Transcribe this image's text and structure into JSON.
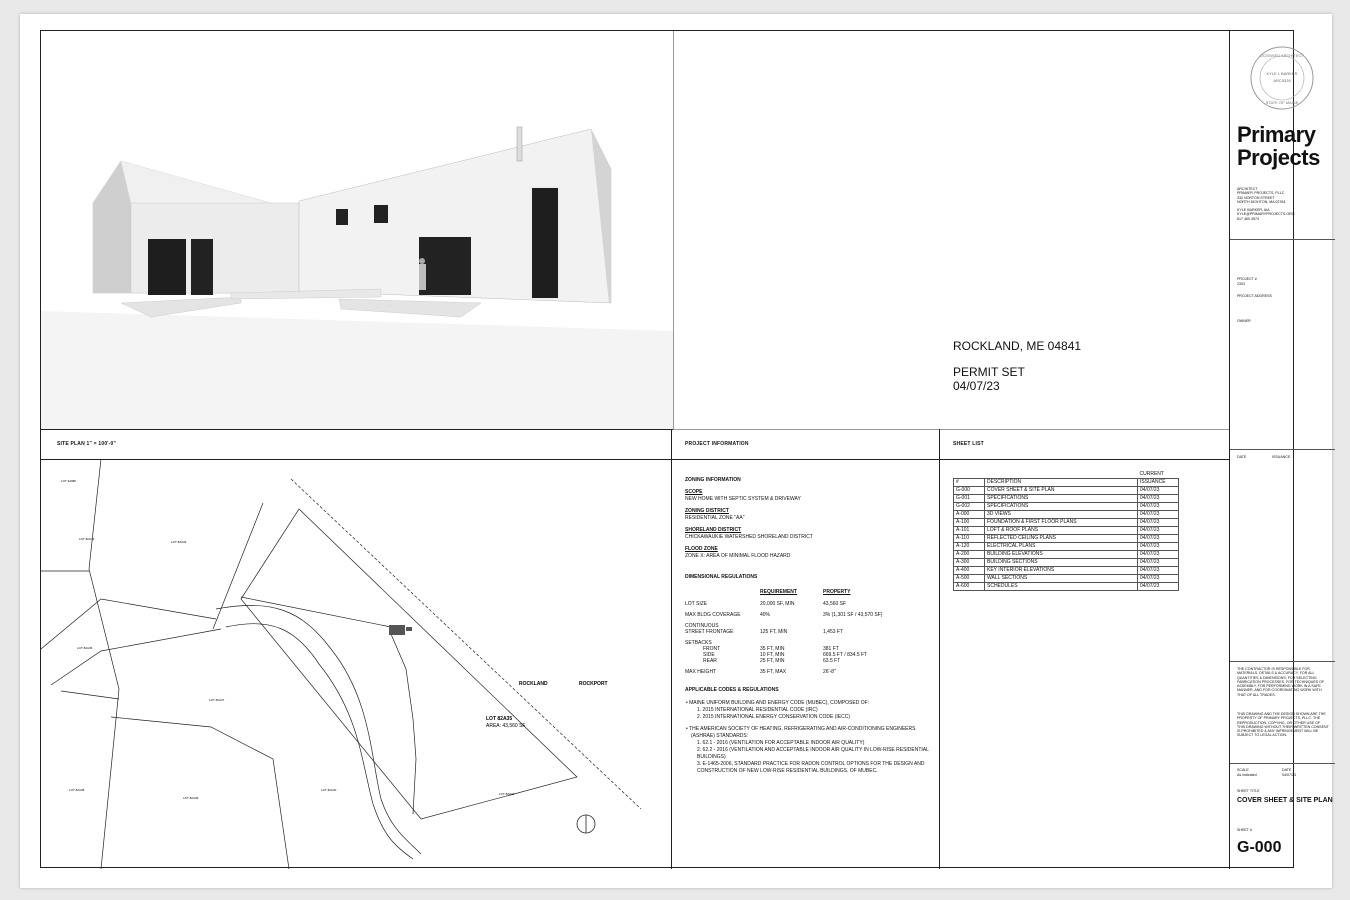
{
  "render": {
    "alt": "3D exterior view of residence"
  },
  "project": {
    "location": "ROCKLAND, ME 04841",
    "set": "PERMIT SET",
    "date": "04/07/23"
  },
  "sections": {
    "site_plan": "SITE PLAN 1\" = 100'-0\"",
    "project_info": "PROJECT INFORMATION",
    "sheet_list": "SHEET LIST"
  },
  "site": {
    "lot_label": "LOT 82A35",
    "lot_area": "AREA: 43,560 SF",
    "town_left": "ROCKLAND",
    "town_right": "ROCKPORT",
    "labels": [
      "LOT 94086",
      "LOT 82A33",
      "LOT 82A34",
      "LOT 82A36",
      "LOT 82A37",
      "LOT 82A38",
      "LOT 82A39",
      "LOT 82A40",
      "LOT 82A41"
    ]
  },
  "zoning": {
    "heading": "ZONING INFORMATION",
    "scope_h": "SCOPE",
    "scope": "NEW HOME WITH SEPTIC SYSTEM & DRIVEWAY",
    "district_h": "ZONING DISTRICT",
    "district": "RESIDENTIAL ZONE \"AA\"",
    "shore_h": "SHORELAND DISTRICT",
    "shore": "CHICKAWAUKIE WATERSHED SHORELAND DISTRICT",
    "flood_h": "FLOOD ZONE",
    "flood": "ZONE X: AREA OF MINIMAL FLOOD HAZARD"
  },
  "dimensional": {
    "heading": "DIMENSIONAL REGULATIONS",
    "col_req": "REQUIREMENT",
    "col_prop": "PROPERTY",
    "rows": [
      {
        "k": "LOT SIZE",
        "r": "20,000 SF, MIN",
        "p": "43,560 SF"
      },
      {
        "k": "MAX BLDG COVERAGE",
        "r": "40%",
        "p": "3% (1,301 SF / 43,570 SF)"
      },
      {
        "k": "CONTINUOUS",
        "r": "",
        "p": ""
      },
      {
        "k": "STREET FRONTAGE",
        "r": "125 FT, MIN",
        "p": "1,453 FT"
      },
      {
        "k": "SETBACKS",
        "r": "",
        "p": ""
      },
      {
        "k": "FRONT",
        "r": "35 FT, MIN",
        "p": "381 FT"
      },
      {
        "k": "SIDE",
        "r": "10 FT, MIN",
        "p": "669.5 FT / 834.5   FT"
      },
      {
        "k": "REAR",
        "r": "25 FT, MIN",
        "p": "63.5 FT"
      },
      {
        "k": "MAX HEIGHT",
        "r": "35 FT, MAX",
        "p": "26'-8\""
      }
    ]
  },
  "codes": {
    "heading": "APPLICABLE CODES & REGULATIONS",
    "items": [
      "MAINE UNIFORM BUILDING AND ENERGY CODE (MUBEC), COMPOSED OF:",
      "1.  2015 INTERNATIONAL RESIDENTIAL CODE (IRC)",
      "2.  2015 INTERNATIONAL ENERGY CONSERVATION CODE (IECC)",
      "THE AMERICAN SOCIETY OF HEATING, REFRIGERATING AND AIR-CONDITIONING ENGINEERS (ASHRAE) STANDARDS:",
      "1.  62.1 - 2016 (VENTILATION FOR ACCEPTABLE INDOOR AIR QUALITY)",
      "2.  62.2 - 2016 (VENTILATION AND ACCEPTABLE INDOOR AIR QUALITY IN LOW-RISE RESIDENTIAL BUILDINGS)",
      "3.  E-1465-2006, STANDARD PRACTICE FOR RADON CONTROL OPTIONS FOR THE DESIGN AND CONSTRUCTION OF NEW LOW-RISE RESIDENTIAL BUILDINGS. OF MUBEC."
    ]
  },
  "sheets": {
    "h_num": "#",
    "h_desc": "DESCRIPTION",
    "h_current": "CURRENT",
    "h_issuance": "ISSUANCE",
    "rows": [
      {
        "n": "G-000",
        "d": "COVER SHEET & SITE PLAN",
        "i": "04/07/23"
      },
      {
        "n": "G-001",
        "d": "SPECIFICATIONS",
        "i": "04/07/23"
      },
      {
        "n": "G-002",
        "d": "SPECIFICATIONS",
        "i": "04/07/23"
      },
      {
        "n": "A-000",
        "d": "3D VIEWS",
        "i": "04/07/23"
      },
      {
        "n": "A-100",
        "d": "FOUNDATION & FIRST FLOOR PLANS",
        "i": "04/07/23"
      },
      {
        "n": "A-101",
        "d": "LOFT & ROOF PLANS",
        "i": "04/07/23"
      },
      {
        "n": "A-110",
        "d": "REFLECTED CEILING PLANS",
        "i": "04/07/23"
      },
      {
        "n": "A-120",
        "d": "ELECTRICAL PLANS",
        "i": "04/07/23"
      },
      {
        "n": "A-200",
        "d": "BUILDING ELEVATIONS",
        "i": "04/07/23"
      },
      {
        "n": "A-300",
        "d": "BUILDING SECTIONS",
        "i": "04/07/23"
      },
      {
        "n": "A-400",
        "d": "KEY INTERIOR ELEVATIONS",
        "i": "04/07/23"
      },
      {
        "n": "A-500",
        "d": "WALL SECTIONS",
        "i": "04/07/23"
      },
      {
        "n": "A-600",
        "d": "SCHEDULES",
        "i": "04/07/23"
      }
    ]
  },
  "titleblock": {
    "seal_top": "LICENSED ARCHITECT",
    "seal_name": "KYLE L BARKER",
    "seal_num": "ARC5339",
    "seal_bottom": "STATE OF MAINE",
    "firm_line1": "Primary",
    "firm_line2": "Projects",
    "architect": [
      "ARCHITECT",
      "PRIMARY PROJECTS, PLLC",
      "330 NORTON STREET",
      "NORTH DIGHTON, MA 02764",
      "",
      "KYLE BARKER, AIA",
      "KYLE@PRIMARYPROJECTS.ORG",
      "617 460 4574"
    ],
    "project_no_label": "PROJECT #",
    "project_no": "2303",
    "project_address_label": "PROJECT ADDRESS",
    "owner_label": "OWNER",
    "date_label": "DATE",
    "issuance_label": "ISSUANCE",
    "disclaimer1": "THE CONTRACTOR IS RESPONSIBLE FOR MATERIALS, DETAILS & ACCURACY, FOR ALL QUANTITIES & DIMENSIONS, FOR SELECTING FABRICATION PROCESSES, FOR TECHNIQUES OF ASSEMBLY, FOR PERFORMING WORK IN A SAFE MANNER, AND FOR COORDINATING WORK WITH THAT OF ALL TRADES.",
    "disclaimer2": "THIS DRAWING AND THE DESIGN SHOWN ARE THE PROPERTY OF PRIMARY PROJECTS, PLLC. THE REPRODUCTION, COPYING, OR OTHER USE OF THIS DRAWING WITHOUT THEIR WRITTEN CONSENT IS PROHIBITED & ANY INFRINGEMENT WILL BE SUBJECT TO LEGAL ACTION.",
    "scale_label": "SCALE",
    "scale": "As indicated",
    "date2_label": "DATE",
    "date2": "04/07/23",
    "sheet_title_label": "SHEET TITLE",
    "sheet_title": "COVER SHEET & SITE PLAN",
    "sheet_no_label": "SHEET #",
    "sheet_no": "G-000"
  }
}
